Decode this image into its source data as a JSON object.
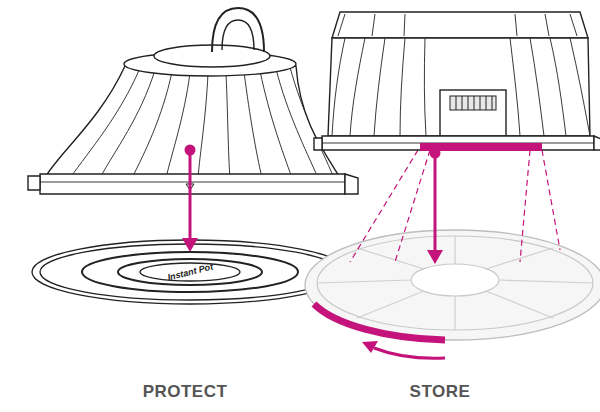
{
  "diagram": {
    "labels": [
      "Instant Pot",
      "PROTECT",
      "STORE"
    ]
  }
}
